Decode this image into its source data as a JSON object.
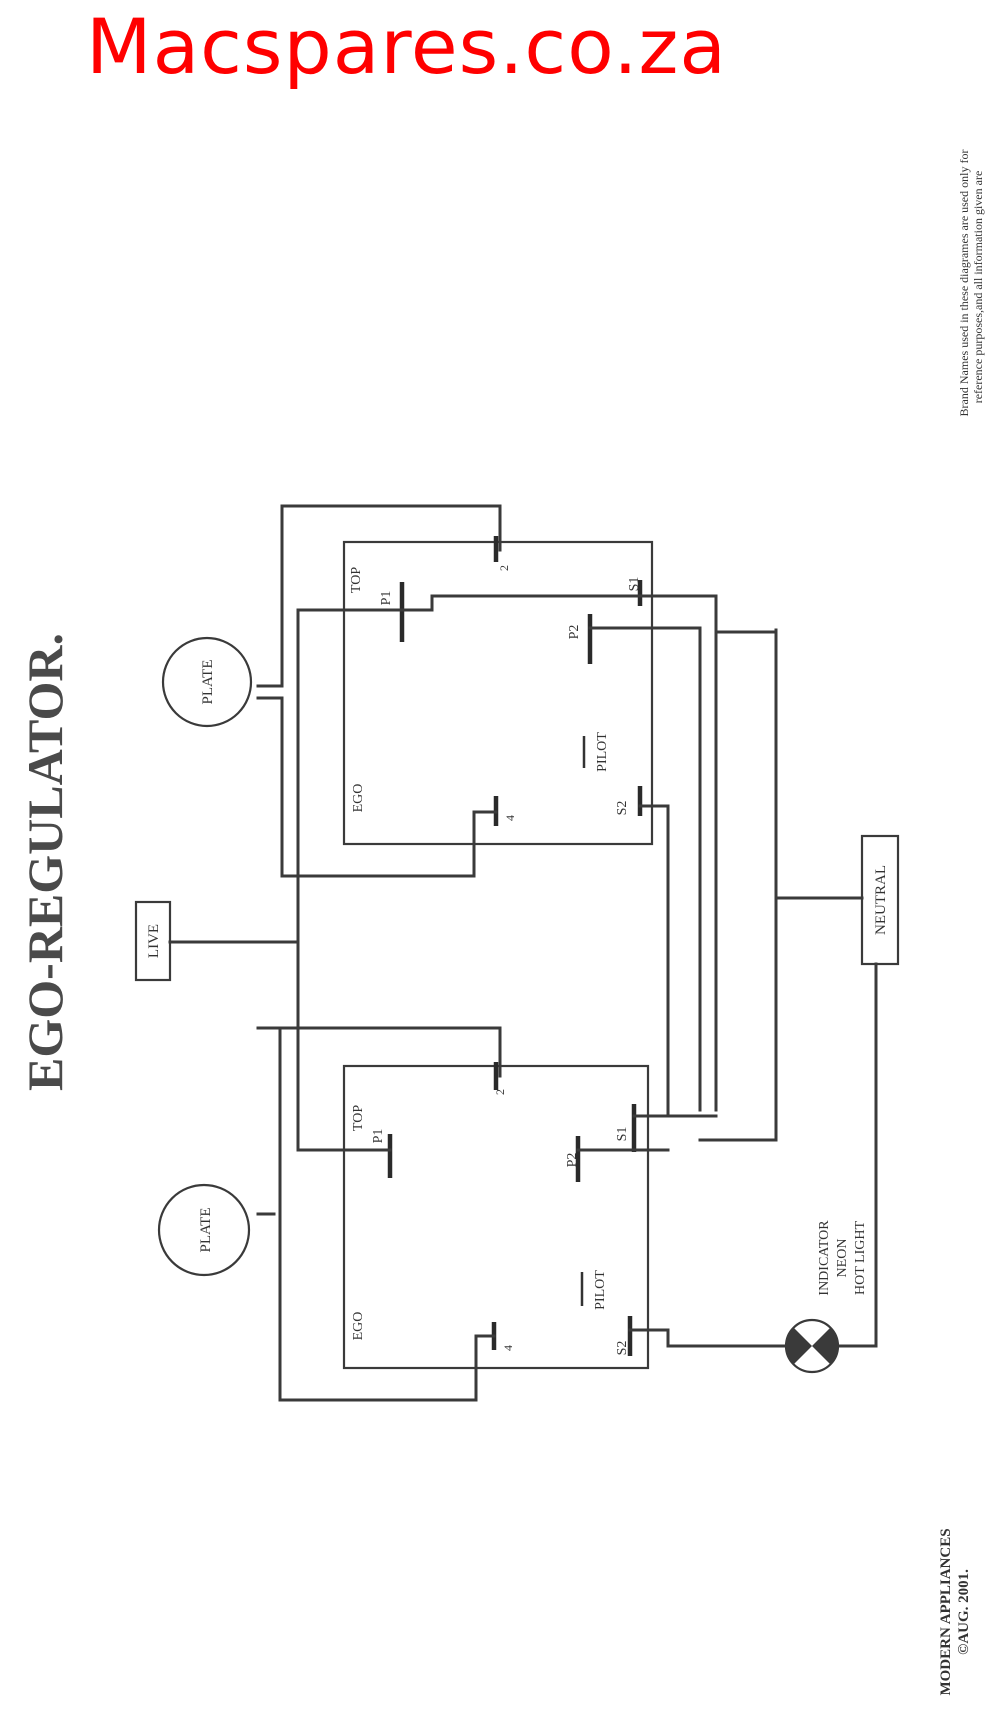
{
  "brand": {
    "text": "Macspares.co.za",
    "color": "#ff0000"
  },
  "title": "EGO-REGULATOR.",
  "disclaimer": {
    "line1": "Brand Names used in these diagrames are used only for",
    "line2": "reference purposes,and all information given are"
  },
  "footer": {
    "company": "MODERN APPLIANCES",
    "date": "©AUG. 2001."
  },
  "boxes": {
    "live": "LIVE",
    "neutral": "NEUTRAL"
  },
  "indicator": {
    "line1": "INDICATOR",
    "line2": "NEON",
    "line3": "HOT LIGHT"
  },
  "upper_unit": {
    "plate": "PLATE",
    "ego": "EGO",
    "top": "TOP",
    "p1": "P1",
    "p2": "P2",
    "s1": "S1",
    "s2": "S2",
    "pilot": "PILOT",
    "t2": "2",
    "t4": "4"
  },
  "lower_unit": {
    "plate": "PLATE",
    "ego": "EGO",
    "top": "TOP",
    "p1": "P1",
    "p2": "P2",
    "s1": "S1",
    "s2": "S2",
    "pilot": "PILOT",
    "t2": "2",
    "t4": "4"
  }
}
